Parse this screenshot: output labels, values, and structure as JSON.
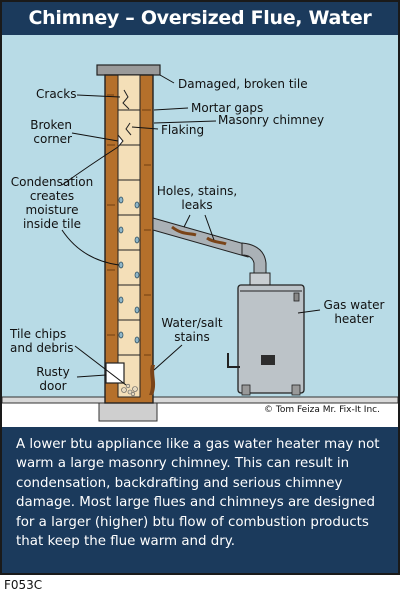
{
  "title": "Chimney – Oversized Flue, Water Heater",
  "labels": {
    "damaged_tile": "Damaged, broken tile",
    "mortar_gaps": "Mortar gaps",
    "cracks": "Cracks",
    "flaking": "Flaking",
    "broken_corner_1": "Broken",
    "broken_corner_2": "corner",
    "masonry_chimney": "Masonry chimney",
    "condensation_1": "Condensation",
    "condensation_2": "creates",
    "condensation_3": "moisture",
    "condensation_4": "inside tile",
    "holes_1": "Holes, stains,",
    "holes_2": "leaks",
    "gas_heater_1": "Gas water",
    "gas_heater_2": "heater",
    "water_salt_1": "Water/salt",
    "water_salt_2": "stains",
    "tile_chips_1": "Tile chips",
    "tile_chips_2": "and debris",
    "rusty_door_1": "Rusty",
    "rusty_door_2": "door"
  },
  "credit": "© Tom Feiza Mr. Fix-It Inc.",
  "caption": "A lower btu appliance like a gas water heater may not warm a large masonry chimney. This can result in condensation, backdrafting and serious chimney damage. Most large flues and chimneys are designed for a larger (higher) btu flow of combustion products that keep the flue warm and dry.",
  "figure_code": "F053C",
  "colors": {
    "title_bg": "#1b3a5c",
    "wall": "#b8dbe6",
    "chimney": "#b5702b",
    "flue_tile": "#f4dfb8",
    "pipe": "#aab1b6",
    "heater": "#bcc3c8",
    "stain": "#7a4418"
  }
}
